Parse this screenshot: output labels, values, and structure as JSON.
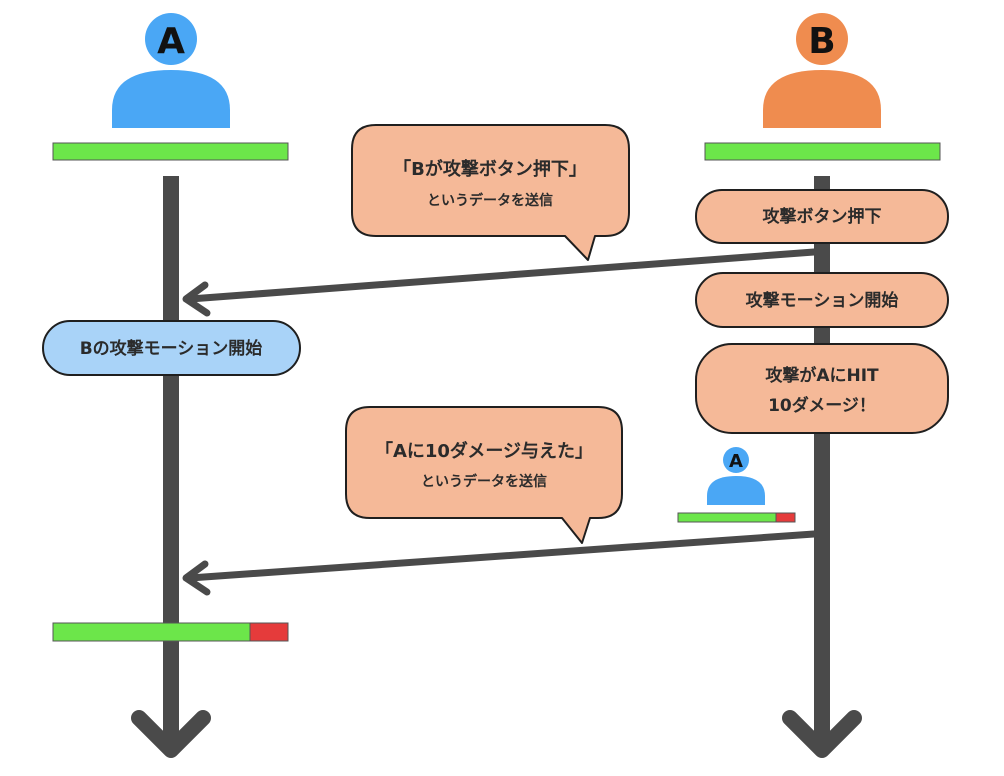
{
  "participants": {
    "a": {
      "letter": "A",
      "color": "#4aa7f5"
    },
    "b": {
      "letter": "B",
      "color": "#ef8c4f"
    }
  },
  "colors": {
    "hp_green": "#6ce64a",
    "hp_red": "#e53b3b",
    "lifeline": "#4a4a4a",
    "orange_box": "#f5b998",
    "blue_box": "#a9d3f8",
    "outline": "#1f1f1f"
  },
  "health": {
    "a_initial": 1.0,
    "b": 1.0,
    "a_after": 0.84,
    "a_mini": 0.84
  },
  "mini_avatar": {
    "letter": "A"
  },
  "b_actions": {
    "press": "攻撃ボタン押下",
    "motion": "攻撃モーション開始",
    "hit_line1": "攻撃がAにHIT",
    "hit_line2": "10ダメージ！"
  },
  "a_actions": {
    "motion": "Bの攻撃モーション開始"
  },
  "messages": {
    "msg1_line1": "「Bが攻撃ボタン押下」",
    "msg1_line2": "というデータを送信",
    "msg2_line1": "「Aに10ダメージ与えた」",
    "msg2_line2": "というデータを送信"
  }
}
